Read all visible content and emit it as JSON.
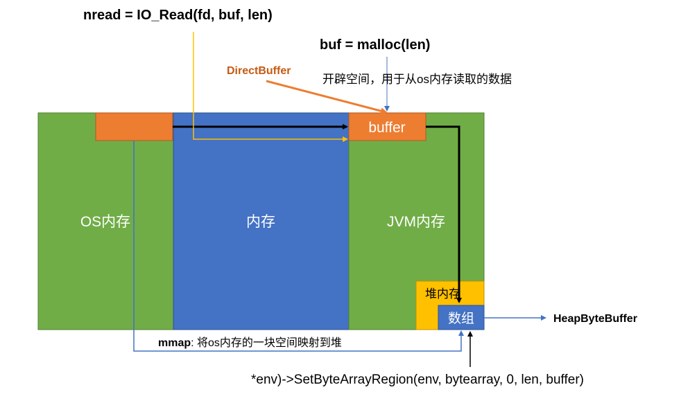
{
  "labels": {
    "nread_call": "nread = IO_Read(fd, buf, len)",
    "malloc_call": "buf = malloc(len)",
    "direct_buffer": "DirectBuffer",
    "malloc_note": "开辟空间，用于从os内存读取的数据",
    "buffer": "buffer",
    "os_memory": "OS内存",
    "memory": "内存",
    "jvm_memory": "JVM内存",
    "heap_memory": "堆内存",
    "array": "数组",
    "heap_byte_buffer": "HeapByteBuffer",
    "mmap_bold": "mmap",
    "mmap_rest": ": 将os内存的一块空间映射到堆",
    "set_region_call": "*env)->SetByteArrayRegion(env, bytearray, 0, len, buffer)"
  },
  "colors": {
    "green": "#70ad47",
    "blue": "#4472c4",
    "orange": "#ed7d31",
    "yellow": "#ffc000",
    "dark_red_orange": "#c55a11",
    "black": "#000000",
    "white": "#ffffff"
  }
}
